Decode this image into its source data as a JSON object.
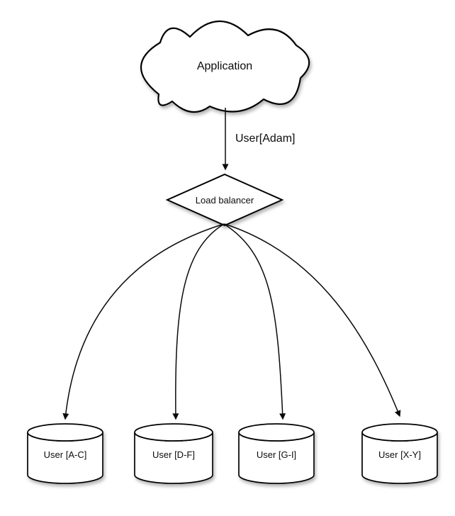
{
  "diagram": {
    "background": "#ffffff",
    "nodes": {
      "application": {
        "label": "Application",
        "shape": "cloud"
      },
      "load_balancer": {
        "label": "Load balancer",
        "shape": "diamond"
      }
    },
    "edge": {
      "label": "User[Adam]"
    },
    "shards": [
      {
        "label": "User [A-C]",
        "shape": "cylinder"
      },
      {
        "label": "User [D-F]",
        "shape": "cylinder"
      },
      {
        "label": "User [G-I]",
        "shape": "cylinder"
      },
      {
        "label": "User [X-Y]",
        "shape": "cylinder"
      }
    ],
    "colors": {
      "stroke": "#000000",
      "fill": "#ffffff",
      "text": "#000000"
    }
  }
}
